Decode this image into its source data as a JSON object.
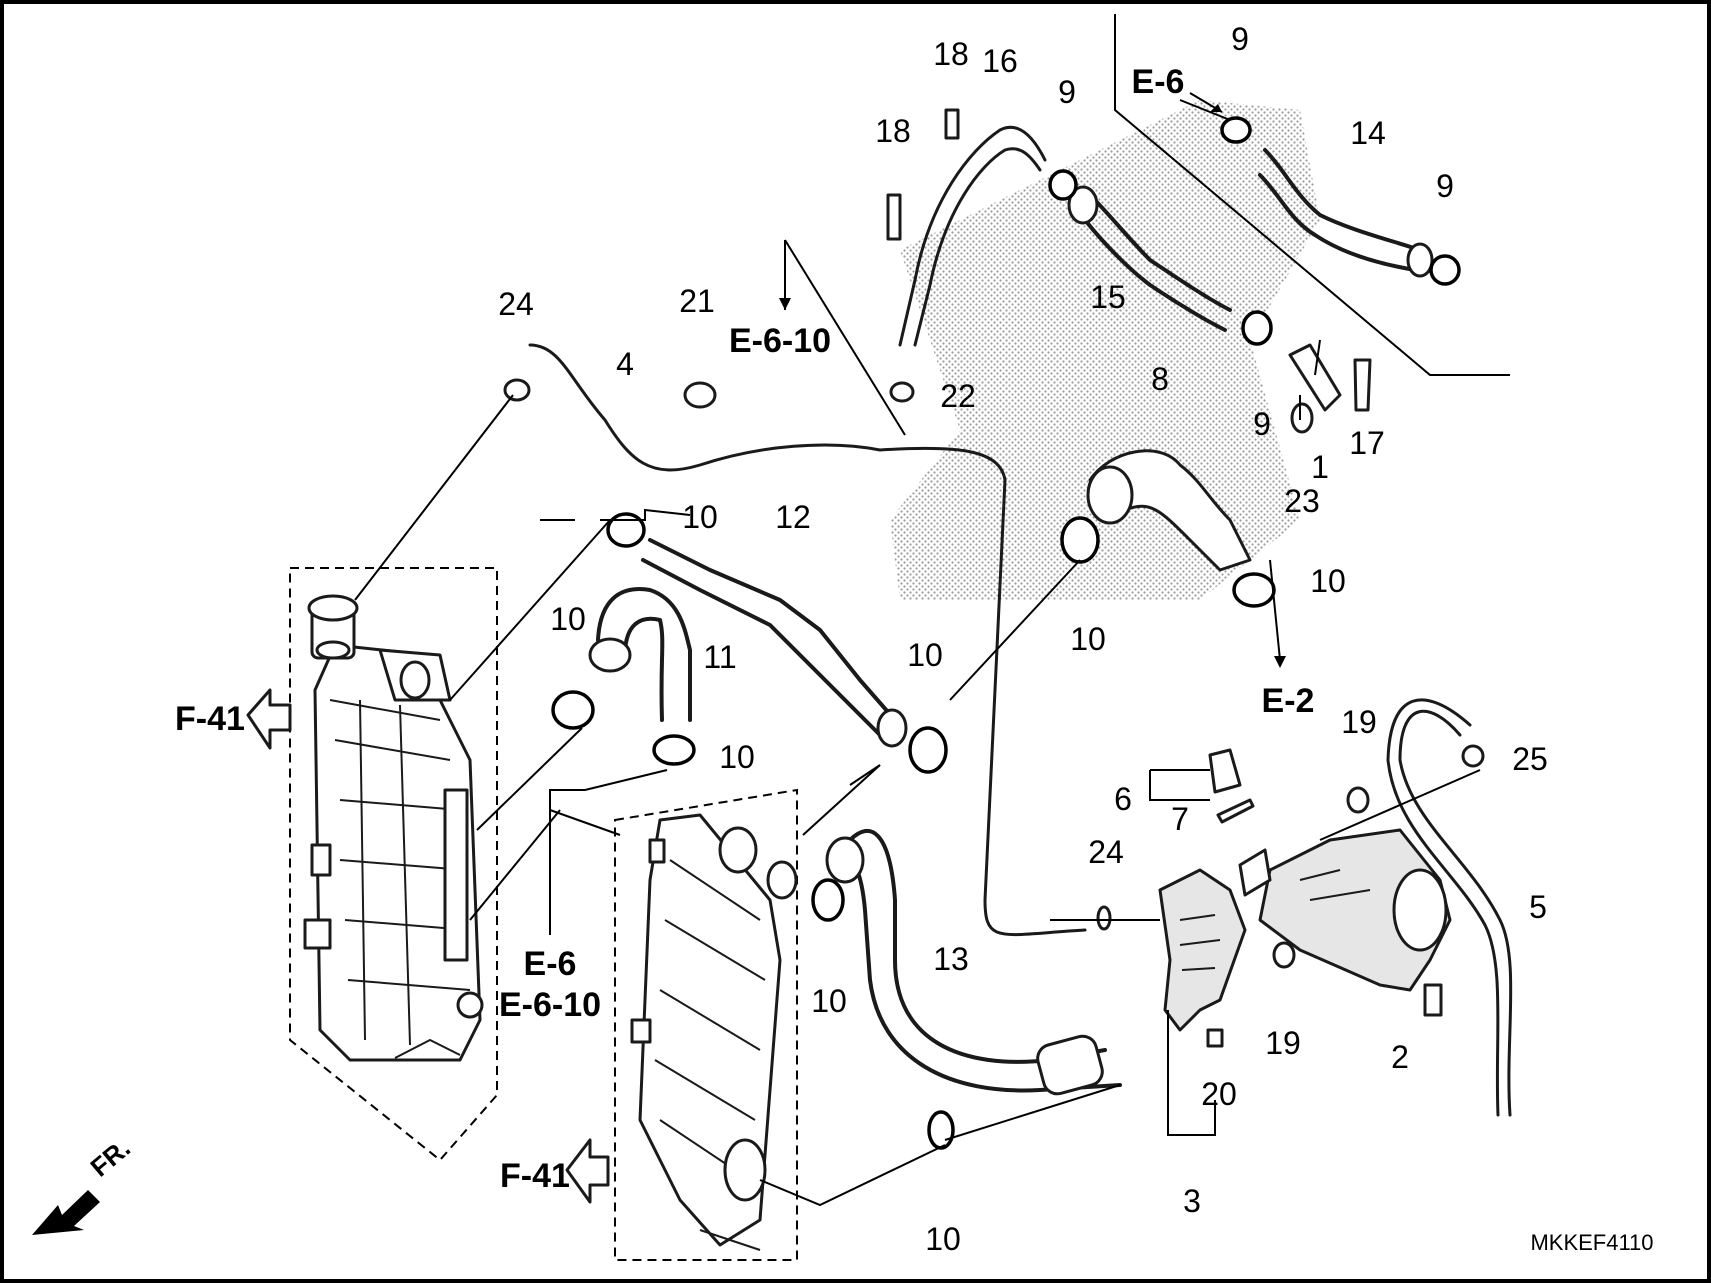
{
  "diagram": {
    "code": "MKKEF4110",
    "front_indicator": "FR.",
    "references": {
      "e6_top": "E-6",
      "e6_10_top": "E-6-10",
      "e2": "E-2",
      "e6_bottom": "E-6",
      "e6_10_bottom": "E-6-10",
      "f41_left": "F-41",
      "f41_bottom": "F-41"
    },
    "callouts": {
      "c1": "1",
      "c2": "2",
      "c3": "3",
      "c4": "4",
      "c5": "5",
      "c6": "6",
      "c7": "7",
      "c8": "8",
      "c9a": "9",
      "c9b": "9",
      "c9c": "9",
      "c9d": "9",
      "c10a": "10",
      "c10b": "10",
      "c10c": "10",
      "c10d": "10",
      "c10e": "10",
      "c10f": "10",
      "c10g": "10",
      "c10h": "10",
      "c11": "11",
      "c12": "12",
      "c13": "13",
      "c14": "14",
      "c15": "15",
      "c16": "16",
      "c17": "17",
      "c18a": "18",
      "c18b": "18",
      "c19a": "19",
      "c19b": "19",
      "c20": "20",
      "c21": "21",
      "c22": "22",
      "c23": "23",
      "c24a": "24",
      "c24b": "24",
      "c25": "25"
    }
  }
}
